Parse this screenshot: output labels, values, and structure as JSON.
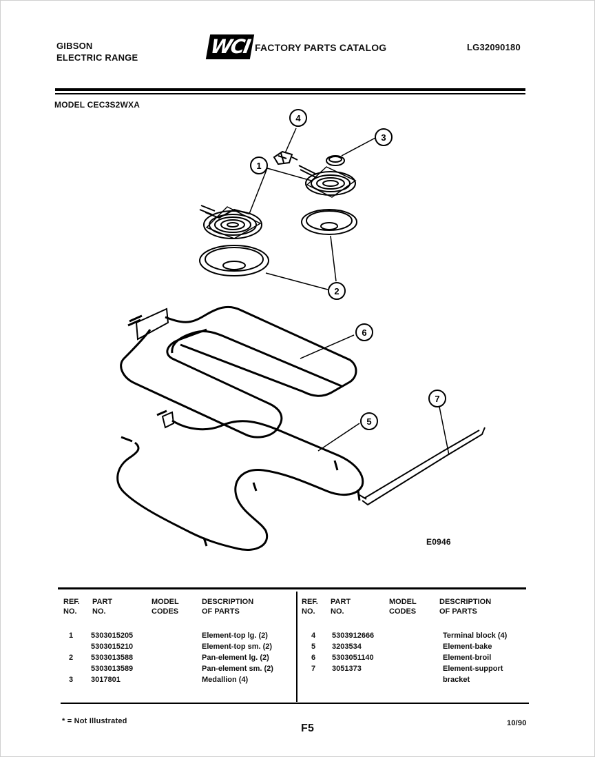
{
  "header": {
    "brand": "GIBSON",
    "product": "ELECTRIC RANGE",
    "logo_text": "WCI",
    "catalog_title": "FACTORY PARTS CATALOG",
    "catalog_number": "LG32090180"
  },
  "model": "MODEL CEC3S2WXA",
  "diagram": {
    "callouts": [
      "1",
      "2",
      "3",
      "4",
      "5",
      "6",
      "7"
    ],
    "diagram_code": "E0946"
  },
  "table": {
    "headers": {
      "ref": [
        "REF.",
        "NO."
      ],
      "part": [
        "PART",
        "NO."
      ],
      "model_codes": [
        "MODEL",
        "CODES"
      ],
      "description": [
        "DESCRIPTION",
        "OF PARTS"
      ]
    },
    "left_rows": [
      {
        "ref": "1",
        "part": "5303015205",
        "desc": "Element-top lg. (2)"
      },
      {
        "ref": "",
        "part": "5303015210",
        "desc": "Element-top sm. (2)"
      },
      {
        "ref": "2",
        "part": "5303013588",
        "desc": "Pan-element lg. (2)"
      },
      {
        "ref": "",
        "part": "5303013589",
        "desc": "Pan-element sm. (2)"
      },
      {
        "ref": "3",
        "part": "3017801",
        "desc": "Medallion (4)"
      }
    ],
    "right_rows": [
      {
        "ref": "4",
        "part": "5303912666",
        "desc": "Terminal block (4)"
      },
      {
        "ref": "5",
        "part": "3203534",
        "desc": "Element-bake"
      },
      {
        "ref": "6",
        "part": "5303051140",
        "desc": "Element-broil"
      },
      {
        "ref": "7",
        "part": "3051373",
        "desc": "Element-support"
      },
      {
        "ref": "",
        "part": "",
        "desc": "bracket"
      }
    ]
  },
  "footer": {
    "footnote": "* = Not Illustrated",
    "page_code": "F5",
    "date": "10/90"
  }
}
